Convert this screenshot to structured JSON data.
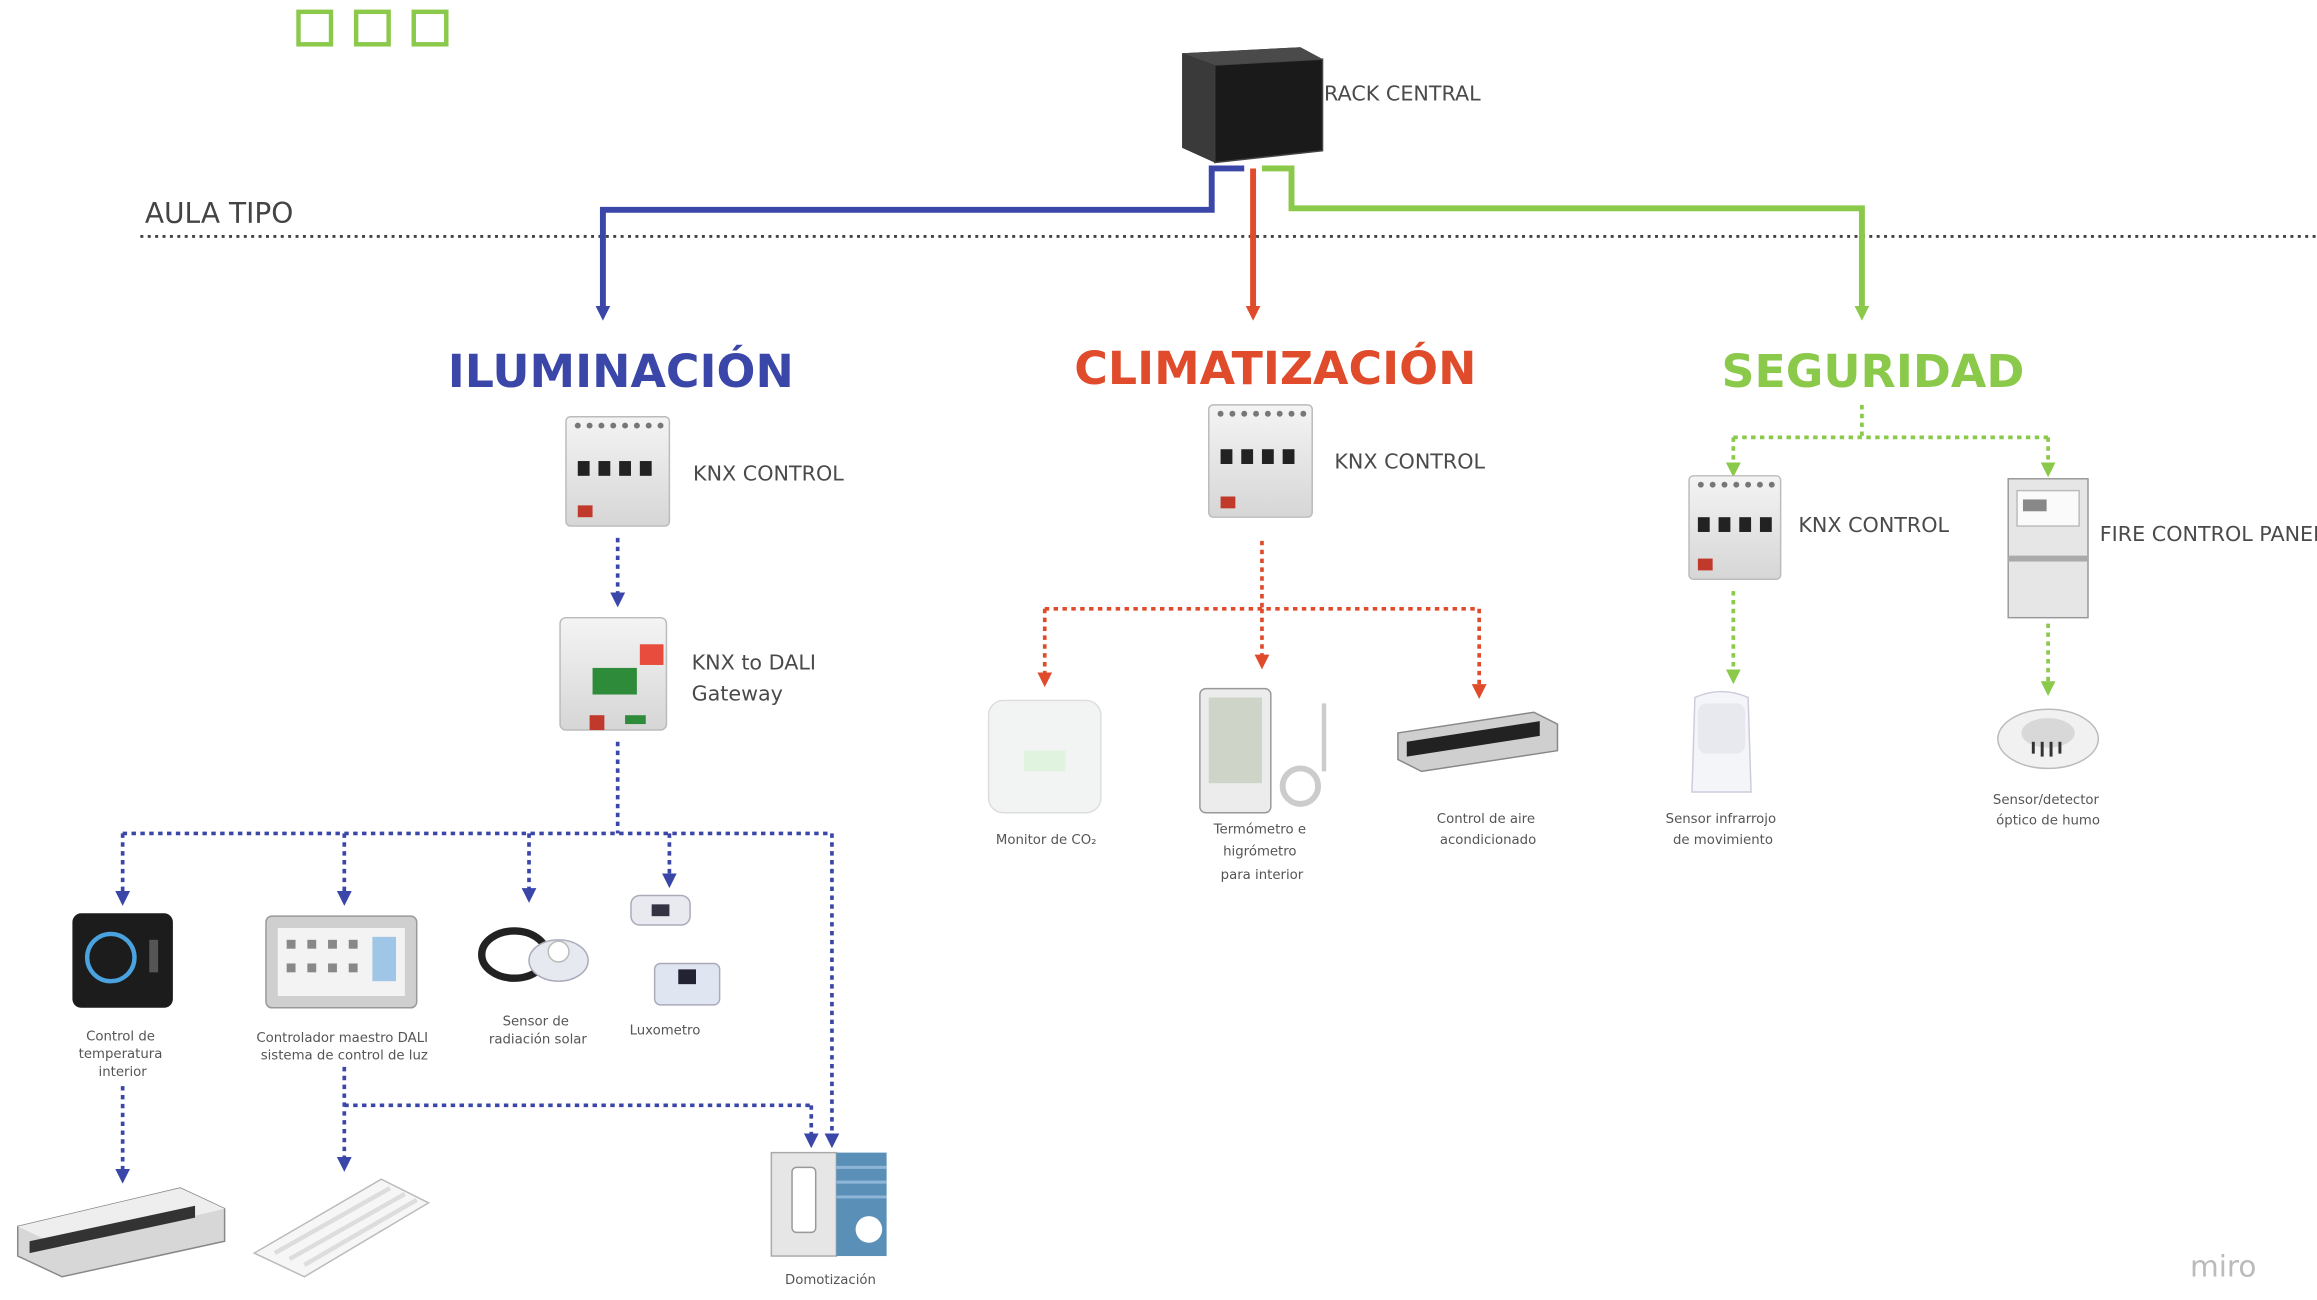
{
  "top_icons": [
    "square-icon",
    "square-icon",
    "square-icon"
  ],
  "rack": {
    "label": "RACK CENTRAL"
  },
  "zone": {
    "label": "AULA TIPO"
  },
  "colors": {
    "iluminacion": "#3a46a8",
    "climatizacion": "#e04b2c",
    "seguridad": "#8ac94a"
  },
  "sections": {
    "iluminacion": {
      "title": "ILUMINACIÓN",
      "knx": "KNX CONTROL",
      "gateway_line1": "KNX to DALI",
      "gateway_line2": "Gateway",
      "devices": {
        "temp_control": [
          "Control de",
          "temperatura",
          "interior"
        ],
        "dali_master": [
          "Controlador maestro DALI",
          "sistema de control de luz"
        ],
        "solar_sensor": [
          "Sensor de",
          "radiación solar"
        ],
        "luxometer": [
          "Luxometro"
        ],
        "domotics": [
          "Domotización"
        ]
      }
    },
    "climatizacion": {
      "title": "CLIMATIZACIÓN",
      "knx": "KNX CONTROL",
      "devices": {
        "co2_monitor": [
          "Monitor de  CO₂"
        ],
        "thermo": [
          "Termómetro e",
          "higrómetro",
          "para interior"
        ],
        "ac_control": [
          "Control de aire",
          "acondicionado"
        ]
      }
    },
    "seguridad": {
      "title": "SEGURIDAD",
      "knx": "KNX CONTROL",
      "fire_panel": "FIRE CONTROL PANEL",
      "devices": {
        "motion": [
          "Sensor  infrarrojo",
          "de movimiento"
        ],
        "smoke": [
          "Sensor/detector",
          "óptico de humo"
        ]
      }
    }
  },
  "watermark": "miro"
}
